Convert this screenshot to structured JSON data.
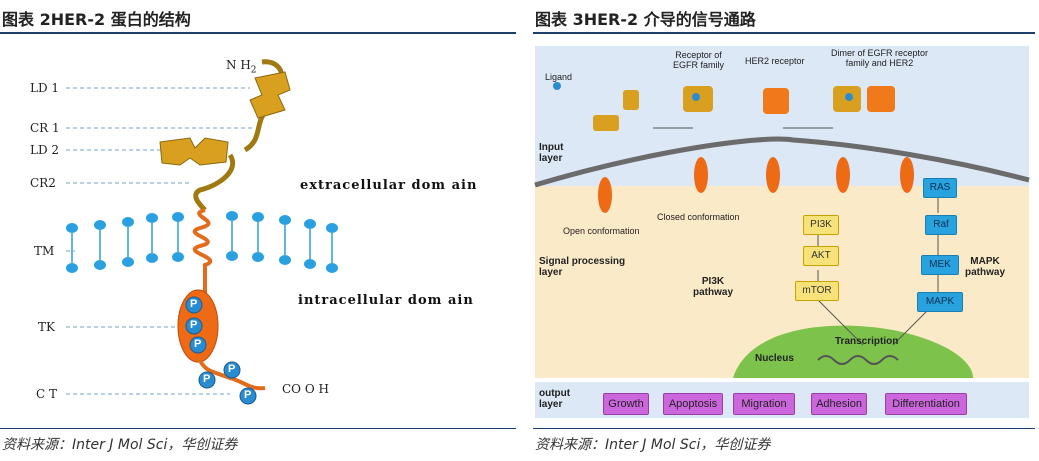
{
  "left": {
    "title": "图表 2HER-2 蛋白的结构",
    "source": "资料来源：Inter J Mol Sci，华创证券",
    "labels": {
      "nh2": "N H",
      "nh2_sub": "2",
      "ld1": "LD 1",
      "cr1": "CR 1",
      "ld2": "LD 2",
      "cr2": "CR2",
      "tm": "TM",
      "tk": "TK",
      "ct": "C T",
      "cooh": "CO O H",
      "extracellular": "extracellular dom ain",
      "intracellular": "intracellular dom ain",
      "p": "P"
    }
  },
  "right": {
    "title": "图表 3HER-2 介导的信号通路",
    "source": "资料来源：Inter J Mol Sci，华创证券",
    "ligand": "Ligand",
    "receptor_egfr": "Receptor of\nEGFR family",
    "her2_receptor": "HER2 receptor",
    "dimer": "Dimer of EGFR receptor\nfamily and HER2",
    "input_layer": "Input\nlayer",
    "signal_layer": "Signal processing\nlayer",
    "output_layer": "output\nlayer",
    "open_conf": "Open conformation",
    "closed_conf": "Closed conformation",
    "pi3k_pathway": "PI3K\npathway",
    "mapk_pathway": "MAPK\npathway",
    "nucleus": "Nucleus",
    "transcription": "Transcription",
    "nodes": {
      "pi3k": "PI3K",
      "akt": "AKT",
      "mtor": "mTOR",
      "ras": "RAS",
      "raf": "Raf",
      "mek": "MEK",
      "mapk": "MAPK"
    },
    "outputs": [
      "Growth",
      "Apoptosis",
      "Migration",
      "Adhesion",
      "Differentiation"
    ]
  }
}
